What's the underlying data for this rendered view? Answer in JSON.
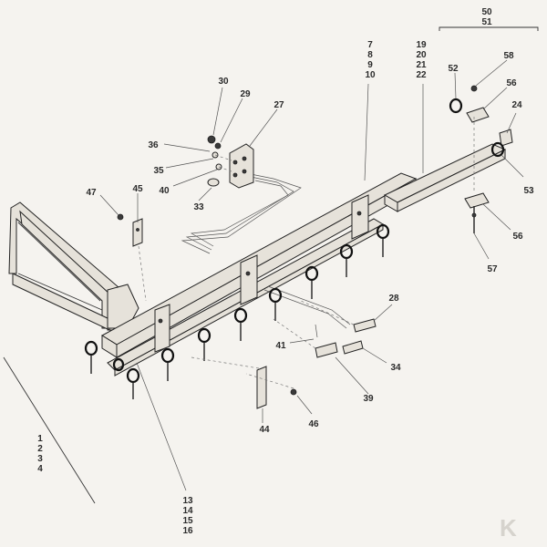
{
  "labels": [
    {
      "id": "p50_51",
      "lines": [
        "50",
        "51"
      ]
    },
    {
      "id": "p7_10",
      "lines": [
        "7",
        "8",
        "9",
        "10"
      ]
    },
    {
      "id": "p19_22",
      "lines": [
        "19",
        "20",
        "21",
        "22"
      ]
    },
    {
      "id": "p58",
      "lines": [
        "58"
      ]
    },
    {
      "id": "p52",
      "lines": [
        "52"
      ]
    },
    {
      "id": "p56a",
      "lines": [
        "56"
      ]
    },
    {
      "id": "p24",
      "lines": [
        "24"
      ]
    },
    {
      "id": "p53",
      "lines": [
        "53"
      ]
    },
    {
      "id": "p56b",
      "lines": [
        "56"
      ]
    },
    {
      "id": "p57",
      "lines": [
        "57"
      ]
    },
    {
      "id": "p30",
      "lines": [
        "30"
      ]
    },
    {
      "id": "p29",
      "lines": [
        "29"
      ]
    },
    {
      "id": "p27",
      "lines": [
        "27"
      ]
    },
    {
      "id": "p36",
      "lines": [
        "36"
      ]
    },
    {
      "id": "p35",
      "lines": [
        "35"
      ]
    },
    {
      "id": "p40",
      "lines": [
        "40"
      ]
    },
    {
      "id": "p33",
      "lines": [
        "33"
      ]
    },
    {
      "id": "p47",
      "lines": [
        "47"
      ]
    },
    {
      "id": "p45",
      "lines": [
        "45"
      ]
    },
    {
      "id": "p28",
      "lines": [
        "28"
      ]
    },
    {
      "id": "p41",
      "lines": [
        "41"
      ]
    },
    {
      "id": "p34",
      "lines": [
        "34"
      ]
    },
    {
      "id": "p39",
      "lines": [
        "39"
      ]
    },
    {
      "id": "p44",
      "lines": [
        "44"
      ]
    },
    {
      "id": "p46",
      "lines": [
        "46"
      ]
    },
    {
      "id": "p1_4",
      "lines": [
        "1",
        "2",
        "3",
        "4"
      ]
    },
    {
      "id": "p13_16",
      "lines": [
        "13",
        "14",
        "15",
        "16"
      ]
    }
  ],
  "watermark": "K",
  "colors": {
    "line": "#333333",
    "background": "#f5f3ef",
    "watermark": "#d6d3cd"
  }
}
